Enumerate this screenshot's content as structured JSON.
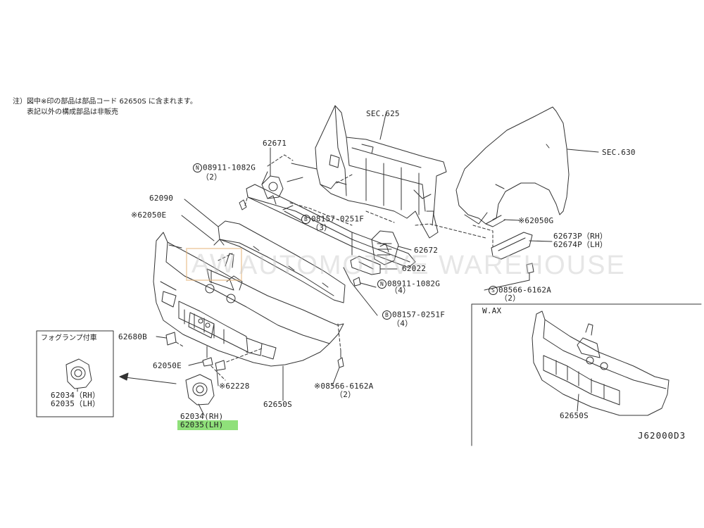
{
  "notes": {
    "line1": "注）図中※印の部品は部品コード 62650S に含まれます。",
    "line2": "表記以外の構成部品は非販売"
  },
  "watermark": "AUTOMOTIVE WAREHOUSE",
  "watermark_logo": "AW",
  "labels": {
    "sec625": "SEC.625",
    "sec630": "SEC.630",
    "p62671": "62671",
    "n08911_top": "08911-1082G",
    "n08911_top_qty": "（2）",
    "p62090": "62090",
    "p62050E_top": "※62050E",
    "b08157_top": "08157-0251F",
    "b08157_top_qty": "（3）",
    "p62672": "62672",
    "p62022": "62022",
    "n08911_mid": "08911-1082G",
    "n08911_mid_qty": "（4）",
    "b08157_bot": "08157-0251F",
    "b08157_bot_qty": "（4）",
    "p62050G": "※62050G",
    "p62673P": "62673P（RH）",
    "p62674P": "62674P（LH）",
    "s08566_right": "08566-6162A",
    "s08566_right_qty": "（2）",
    "wax": "W.AX",
    "p62650S_wax": "62650S",
    "p62680B": "62680B",
    "p62050E_bot": "62050E",
    "p62228": "※62228",
    "p62650S": "62650S",
    "s08566_bot": "※08566-6162A",
    "s08566_bot_qty": "（2）",
    "fog_title": "フォグランプ付車",
    "inset_62034": "62034（RH）",
    "inset_62035": "62035（LH）",
    "main_62034": "62034(RH)",
    "main_62035": "62035(LH)",
    "diagram_code": "J62000D3"
  },
  "symbols": {
    "N": "N",
    "B": "B",
    "S": "S"
  },
  "colors": {
    "line": "#333333",
    "highlight": "#8fe07a",
    "watermark": "#c8c8c8"
  }
}
